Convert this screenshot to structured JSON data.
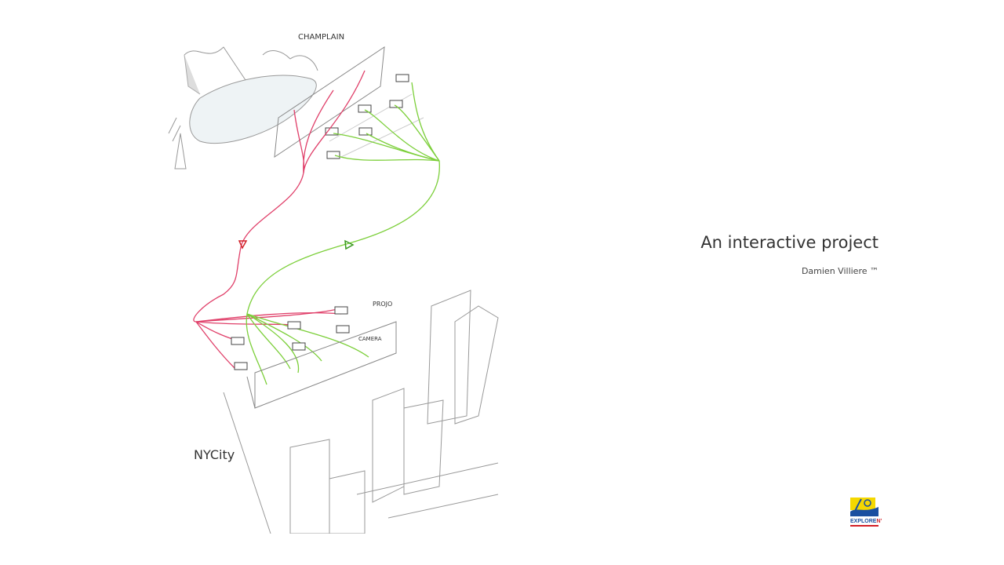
{
  "slide": {
    "title": "An interactive project",
    "author": "Damien Villiere ™"
  },
  "sketch": {
    "top_label": "CHAMPLAIN",
    "bottom_label": "NYCity",
    "projo_label": "PROJO",
    "camera_label": "CAMERA"
  },
  "logo": {
    "main_text": "EXPLORE",
    "accent_text": "NY",
    "colors": {
      "blue": "#1a4fa0",
      "red": "#d21f26",
      "yellow": "#f5d800"
    }
  },
  "colors": {
    "red_line": "#e0406a",
    "green_line": "#7ccf3a",
    "pencil": "#9a9a9a"
  }
}
